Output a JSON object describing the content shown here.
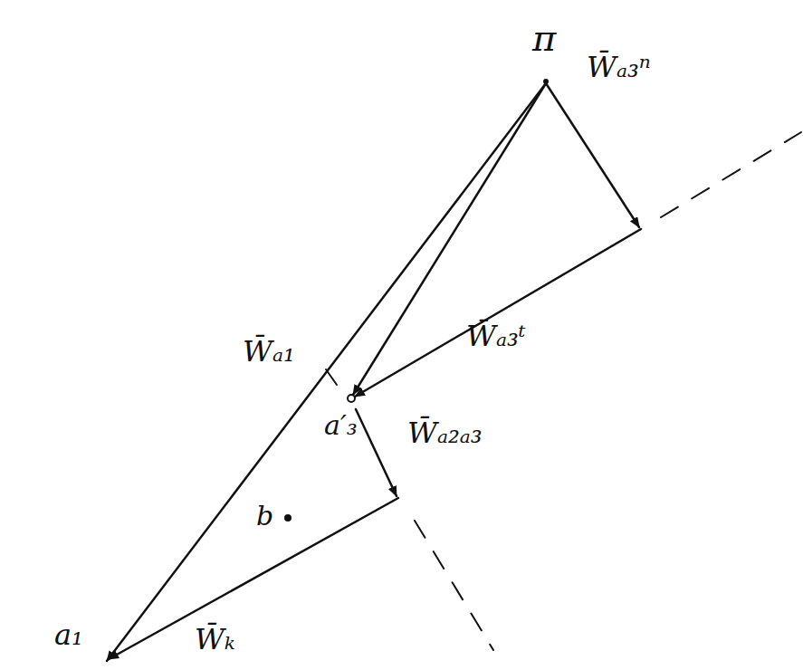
{
  "diagram": {
    "labels": [
      "π",
      "W̄ₐ₃ⁿ",
      "W̄ₐ₃ᵗ",
      "W̄ₐ₁",
      "a′₃",
      "W̄ₐ₂ₐ₃",
      "b",
      "a₁",
      "W̄ₖ"
    ]
  }
}
